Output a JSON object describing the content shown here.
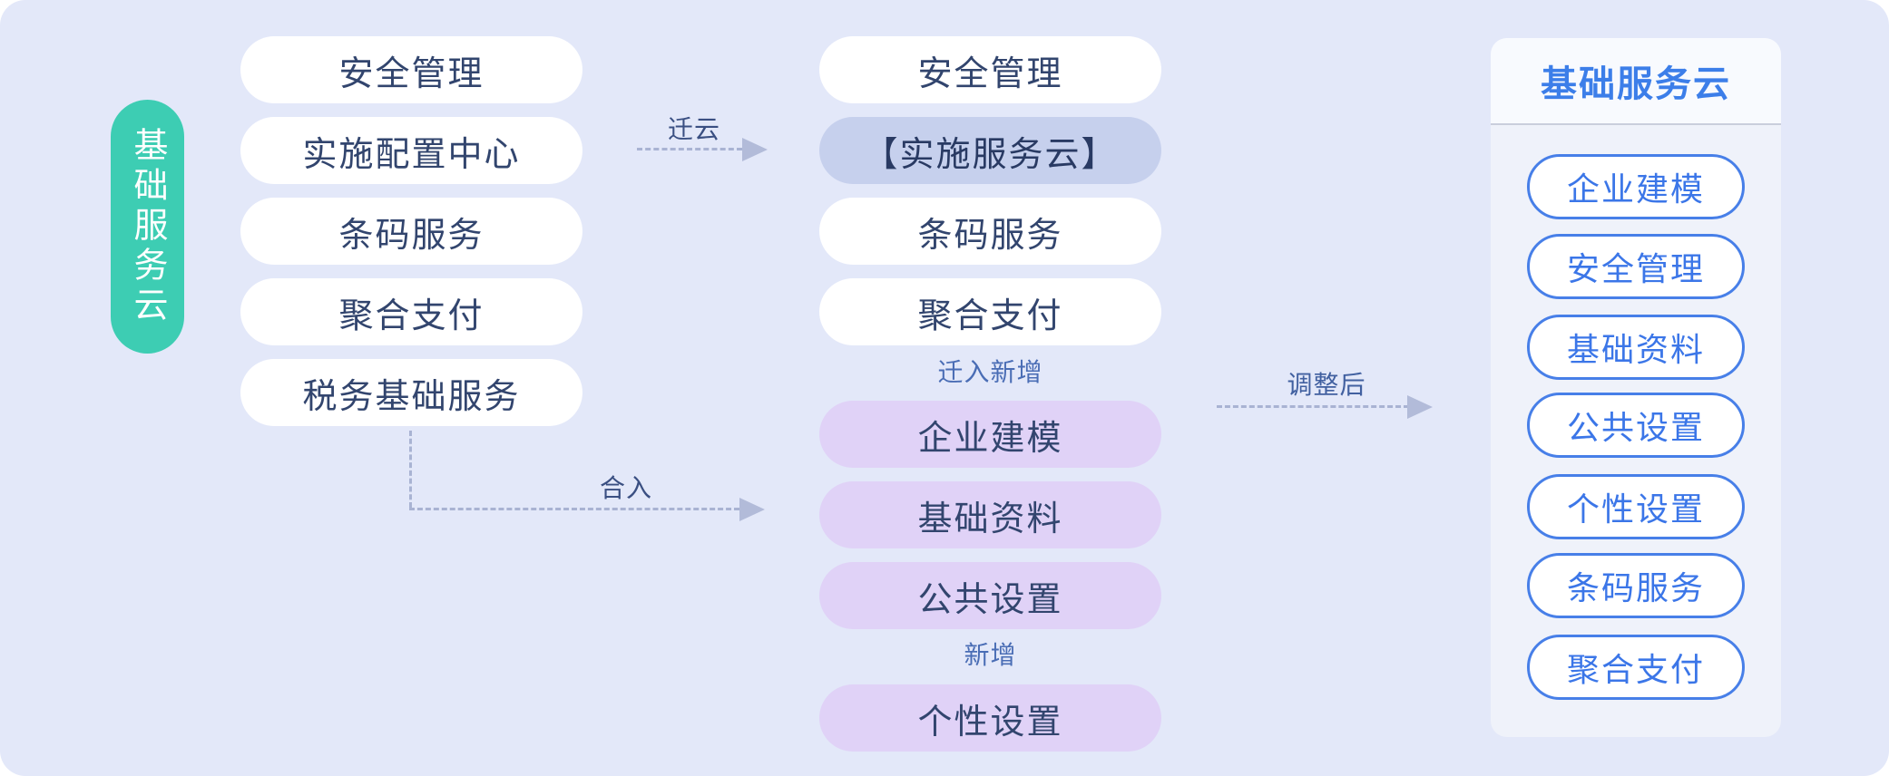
{
  "colors": {
    "canvas_bg": "#E3E8F9",
    "source_cloud_fill": "#3DCDB3",
    "white_pill_fill": "#FFFFFF",
    "highlight_pill_fill": "#C6D0ED",
    "new_pill_fill": "#E0D2F7",
    "pill_text": "#32456E",
    "result_accent": "#3C7EE9",
    "caption_text": "#4A6DB5",
    "arrow_dash": "#A9B3D3"
  },
  "source": {
    "label": "基础服务云",
    "items": [
      "安全管理",
      "实施配置中心",
      "条码服务",
      "聚合支付",
      "税务基础服务"
    ]
  },
  "middle": {
    "items": [
      "安全管理",
      "【实施服务云】",
      "条码服务",
      "聚合支付"
    ],
    "migrated_caption": "迁入新增",
    "migrated_items": [
      "企业建模",
      "基础资料",
      "公共设置"
    ],
    "new_caption": "新增",
    "new_items": [
      "个性设置"
    ]
  },
  "arrows": {
    "migrate_label": "迁云",
    "merge_label": "合入",
    "adjust_label": "调整后"
  },
  "result": {
    "title": "基础服务云",
    "items": [
      "企业建模",
      "安全管理",
      "基础资料",
      "公共设置",
      "个性设置",
      "条码服务",
      "聚合支付"
    ]
  }
}
